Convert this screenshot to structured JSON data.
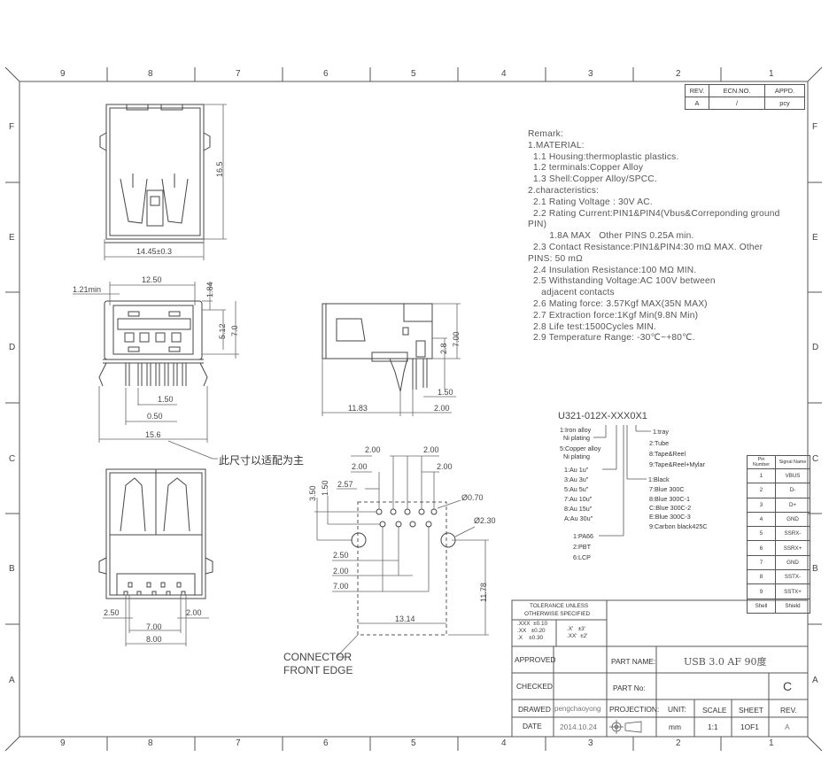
{
  "drawing": {
    "zones_top": [
      "9",
      "8",
      "7",
      "6",
      "5",
      "4",
      "3",
      "2",
      "1"
    ],
    "zones_side": [
      "F",
      "E",
      "D",
      "C",
      "B",
      "A"
    ],
    "revision_table": {
      "headers": [
        "REV.",
        "ECN.NO.",
        "APPD."
      ],
      "row": [
        "A",
        "/",
        "pcy"
      ]
    },
    "remark": {
      "lines": [
        "Remark:",
        "1.MATERIAL:",
        "  1.1 Housing:thermoplastic plastics.",
        "  1.2 terminals:Copper Alloy",
        "  1.3 Shell:Copper Alloy/SPCC.",
        "2.characteristics:",
        "  2.1 Rating Voltage : 30V AC.",
        "  2.2 Rating Current:PIN1&PIN4(Vbus&Correponding ground",
        "PIN)",
        "        1.8A MAX   Other PINS 0.25A min.",
        "  2.3 Contact Resistance:PIN1&PIN4:30 mΩ MAX. Other",
        "PINS: 50 mΩ",
        "  2.4 Insulation Resistance:100 MΩ MIN.",
        "  2.5 Withstanding Voltage:AC 100V between",
        "     adjacent contacts",
        "  2.6 Mating force: 3.57Kgf MAX(35N MAX)",
        "  2.7 Extraction force:1Kgf Min(9.8N Min)",
        "  2.8 Life test:1500Cycles MIN.",
        "  2.9 Temperature Range: -30℃~+80℃."
      ]
    },
    "part_number": {
      "code": "U321-012X-XXX0X1",
      "plating": [
        "1:Iron alloy",
        "Ni plating",
        "5:Copper alloy",
        "Ni plating"
      ],
      "gold": [
        "1:Au 1u\"",
        "3:Au 3u\"",
        "5:Au 5u\"",
        "7:Au 10u\"",
        "8:Au 15u\"",
        "A:Au 30u\""
      ],
      "material": [
        "1:PA66",
        "2:PBT",
        "6:LCP"
      ],
      "packing": [
        "1:tray",
        "2:Tube",
        "8:Tape&Reel",
        "9:Tape&Reel+Mylar"
      ],
      "color": [
        "1:Black",
        "7:Blue 300C",
        "8:Blue 300C-1",
        "C:Blue 300C-2",
        "E:Blue 300C-3",
        "9:Carbon black425C"
      ]
    },
    "pin_table": {
      "headers": [
        "Pin Number",
        "Signal Name"
      ],
      "rows": [
        [
          "1",
          "VBUS"
        ],
        [
          "2",
          "D-"
        ],
        [
          "3",
          "D+"
        ],
        [
          "4",
          "GND"
        ],
        [
          "5",
          "SSRX-"
        ],
        [
          "6",
          "SSRX+"
        ],
        [
          "7",
          "GND"
        ],
        [
          "8",
          "SSTX-"
        ],
        [
          "9",
          "SSTX+"
        ],
        [
          "Shell",
          "Shield"
        ]
      ]
    },
    "dimensions": {
      "top_view": {
        "height": "16.5",
        "width": "14.45±0.3"
      },
      "front_view": {
        "w1": "12.50",
        "min": "1.21min",
        "h1": "1.84",
        "h2": "5.12",
        "h3": "7.0",
        "pitch": "1.50",
        "pin_w": "0.50",
        "overall": "15.6",
        "note_cn": "此尺寸以适配为主"
      },
      "side_view": {
        "h": "7.00",
        "h2": "2.8",
        "p1": "1.50",
        "p2": "2.00",
        "len": "11.83"
      },
      "footprint": {
        "d1": "2.00",
        "d2": "2.00",
        "d3": "2.00",
        "d4": "2.00",
        "d5": "2.57",
        "v1": "3.50",
        "v2": "1.50",
        "hole_small": "Ø0.70",
        "hole_big": "Ø2.30",
        "r1": "2.50",
        "r2": "2.00",
        "r3": "7.00",
        "width": "13.14",
        "height": "11.78"
      },
      "bottom_view": {
        "l": "2.50",
        "r": "2.00",
        "c1": "7.00",
        "c2": "8.00"
      },
      "connector_label": [
        "CONNECTOR",
        "FRONT EDGE"
      ]
    },
    "title_block": {
      "tolerance_title": [
        "TOLERANCE UNLESS",
        "OTHERWISE SPECIFIED"
      ],
      "tol_linear": [
        ".XXX  ±0.10",
        ".XX   ±0.20",
        ".X    ±0.30"
      ],
      "tol_angle": [
        ".X'   ±3'",
        ".XX'  ±2'"
      ],
      "approved_label": "APPROVED",
      "checked_label": "CHECKED",
      "drawed_label": "DRAWED",
      "drawed_value": "pengchaoyong",
      "date_label": "DATE",
      "date_value": "2014.10.24",
      "part_name_label": "PART NAME:",
      "part_name_value": "USB 3.0 AF 90度",
      "part_no_label": "PART No:",
      "size": "C",
      "projection_label": "PROJECTION:",
      "unit_label": "UNIT:",
      "unit_value": "mm",
      "scale_label": "SCALE",
      "scale_value": "1:1",
      "sheet_label": "SHEET",
      "sheet_value": "1OF1",
      "rev_label": "REV.",
      "rev_value": "A"
    }
  }
}
